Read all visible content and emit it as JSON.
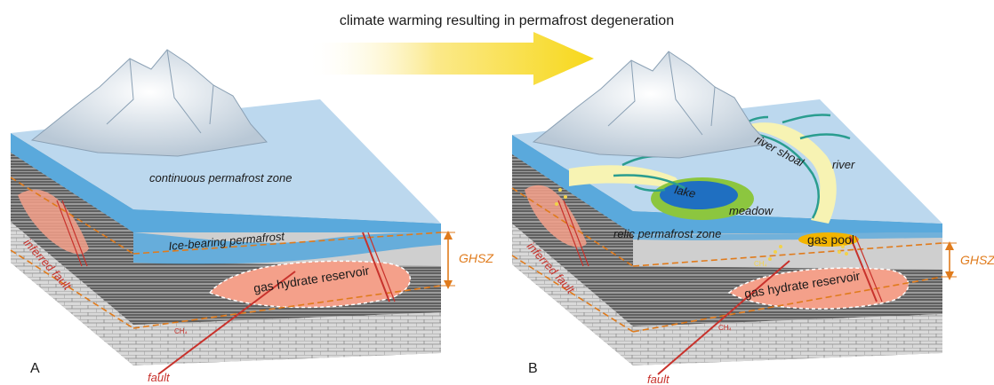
{
  "title": "climate warming resulting in permafrost degeneration",
  "panel_a": {
    "letter": "A",
    "zone_label": "continuous permafrost zone",
    "ice_label": "Ice-bearing permafrost",
    "reservoir_label": "gas hydrate reservoir",
    "ghsz_label": "GHSZ",
    "inferred_fault_label": "inferred fault",
    "fault_label": "fault",
    "ch4_label": "CH₄"
  },
  "panel_b": {
    "letter": "B",
    "zone_label": "relic permafrost zone",
    "lake_label": "lake",
    "meadow_label": "meadow",
    "river_shoal_label": "river shoal",
    "river_label": "river",
    "gas_pool_label": "gas pool",
    "reservoir_label": "gas hydrate reservoir",
    "ghsz_label": "GHSZ",
    "inferred_fault_label": "inferred fault",
    "fault_label": "fault",
    "ch4_label": "CH₄",
    "ch4_label_2": "CH₄"
  },
  "colors": {
    "permafrost_blue": "#5aa9dc",
    "surface_blue": "#bcd8ee",
    "hydrate_pink": "#f4a08a",
    "fault_red": "#c8322c",
    "ghsz_orange": "#e07b1c",
    "gas_pool_yellow": "#f2b400",
    "lake_blue": "#1f6fc1",
    "meadow_green": "#8cc63f",
    "river_teal": "#2a9d8f",
    "arrow_yellow": "#f7e11a"
  }
}
